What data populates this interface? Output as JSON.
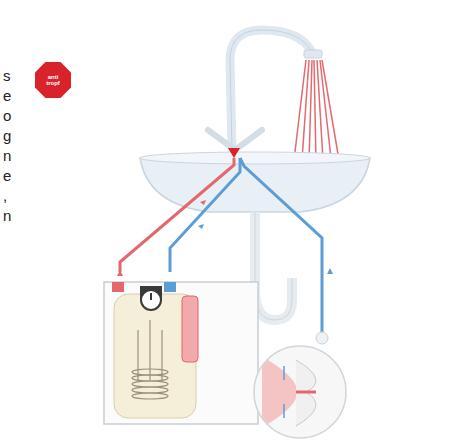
{
  "diagram": {
    "nodes": [
      {
        "text": [
          "anti tropf"
        ]
      }
    ],
    "labels": [
      "s",
      "e",
      "o",
      "g",
      "n",
      "e",
      ",",
      "n"
    ]
  }
}
